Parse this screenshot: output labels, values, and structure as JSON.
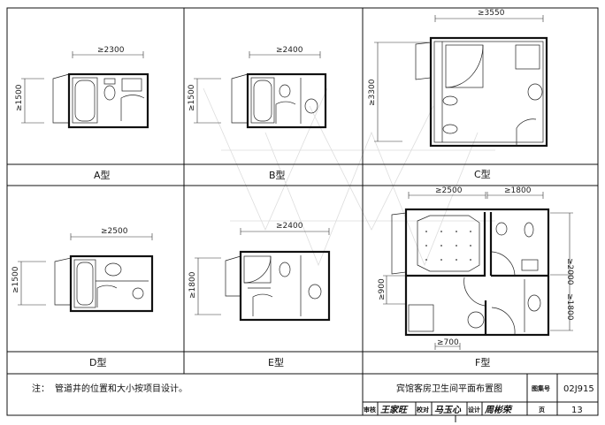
{
  "plans": {
    "a": {
      "label": "A型",
      "width_dim": "≥2300",
      "depth_dim": "≥1500"
    },
    "b": {
      "label": "B型",
      "width_dim": "≥2400",
      "depth_dim": "≥1500"
    },
    "c": {
      "label": "C型",
      "width_dim": "≥3550",
      "depth_dim": "≥3300"
    },
    "d": {
      "label": "D型",
      "width_dim": "≥2500",
      "depth_dim": "≥1500"
    },
    "e": {
      "label": "E型",
      "width_dim": "≥2400",
      "depth_dim": "≥1800"
    },
    "f": {
      "label": "F型",
      "width_dim_1": "≥2500",
      "width_dim_2": "≥1800",
      "depth_dim_1": "≥2000",
      "depth_dim_2": "≥1800",
      "left_dim": "≥900",
      "bottom_dim": "≥700"
    }
  },
  "note": {
    "prefix": "注：",
    "text": "管道井的位置和大小按项目设计。"
  },
  "title_block": {
    "title": "宾馆客房卫生间平面布置图",
    "atlas_no_label": "图集号",
    "atlas_no": "02J915",
    "review_label": "审核",
    "review_sig": "王家旺",
    "check_label": "校对",
    "check_sig": "马玉心",
    "design_label": "设计",
    "design_sig": "周彬荣",
    "page_label": "页",
    "page": "13"
  }
}
